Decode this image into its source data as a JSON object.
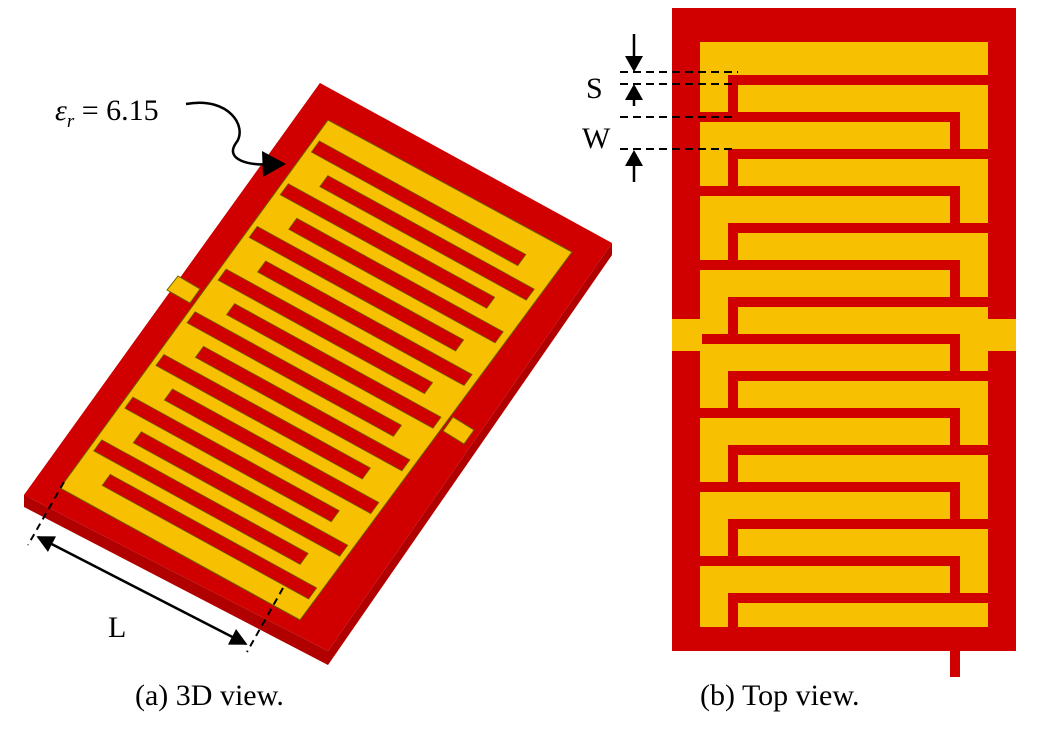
{
  "figure": {
    "permittivity_label": {
      "symbol": "ε",
      "subscript": "r",
      "equals": " = ",
      "value": "6.15"
    },
    "dimension_labels": {
      "length": "L",
      "spacing": "S",
      "width": "W"
    },
    "captions": {
      "view_3d": "(a) 3D view.",
      "view_top": "(b) Top view."
    },
    "colors": {
      "substrate": "#d10000",
      "substrate_dark": "#b00000",
      "conductor": "#f7c000",
      "outline": "#6a5a00",
      "annotation": "#000000",
      "background": "#ffffff"
    }
  }
}
